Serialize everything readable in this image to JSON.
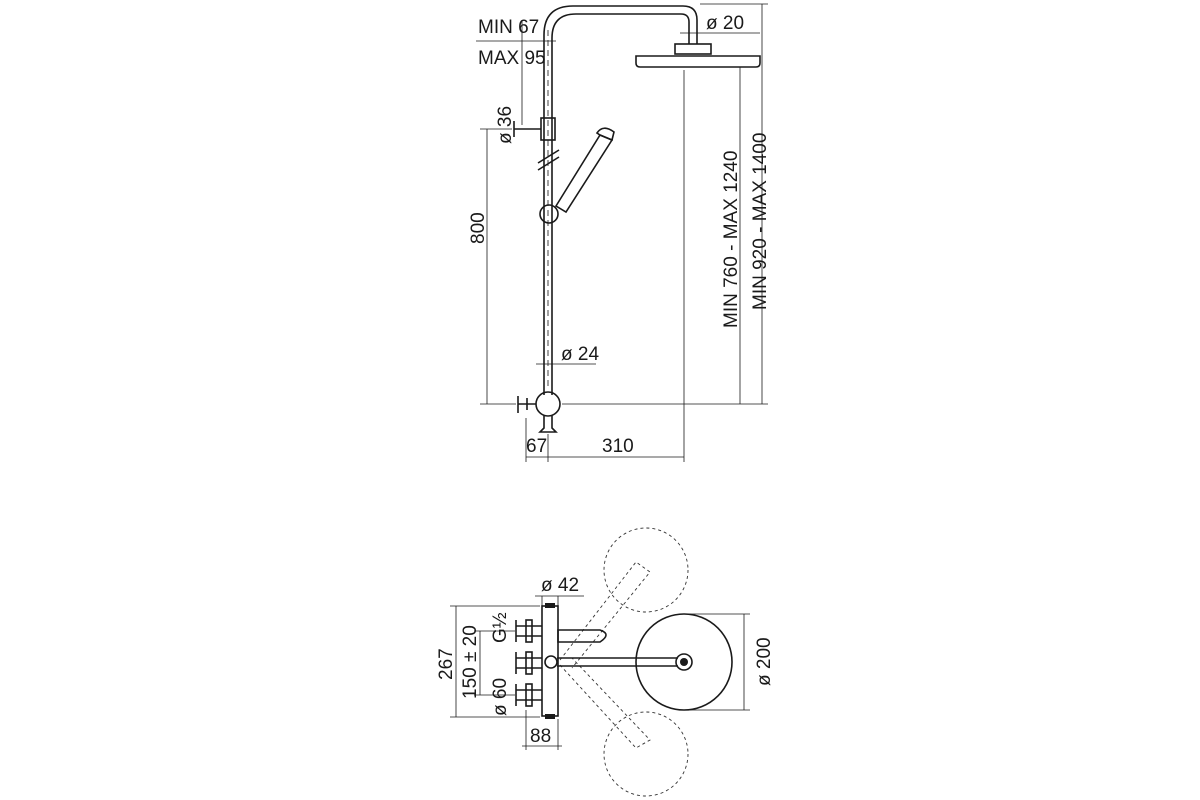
{
  "side_view": {
    "dim_min_offset": "MIN 67",
    "dim_max_offset": "MAX 95",
    "dim_arm_dia": "ø 20",
    "dim_bracket_dia": "ø 36",
    "dim_slide_length": "800",
    "dim_bar_dia": "ø 24",
    "dim_wall_offset": "67",
    "dim_reach": "310",
    "dim_head_height": "MIN 760 - MAX 1240",
    "dim_total_height": "MIN 920 - MAX 1400"
  },
  "top_view": {
    "dim_mixer_dia": "ø 42",
    "dim_thread": "G½",
    "dim_centers": "150 ± 20",
    "dim_total_width": "267",
    "dim_escutcheon_dia": "ø 60",
    "dim_depth": "88",
    "dim_head_dia": "ø 200"
  }
}
